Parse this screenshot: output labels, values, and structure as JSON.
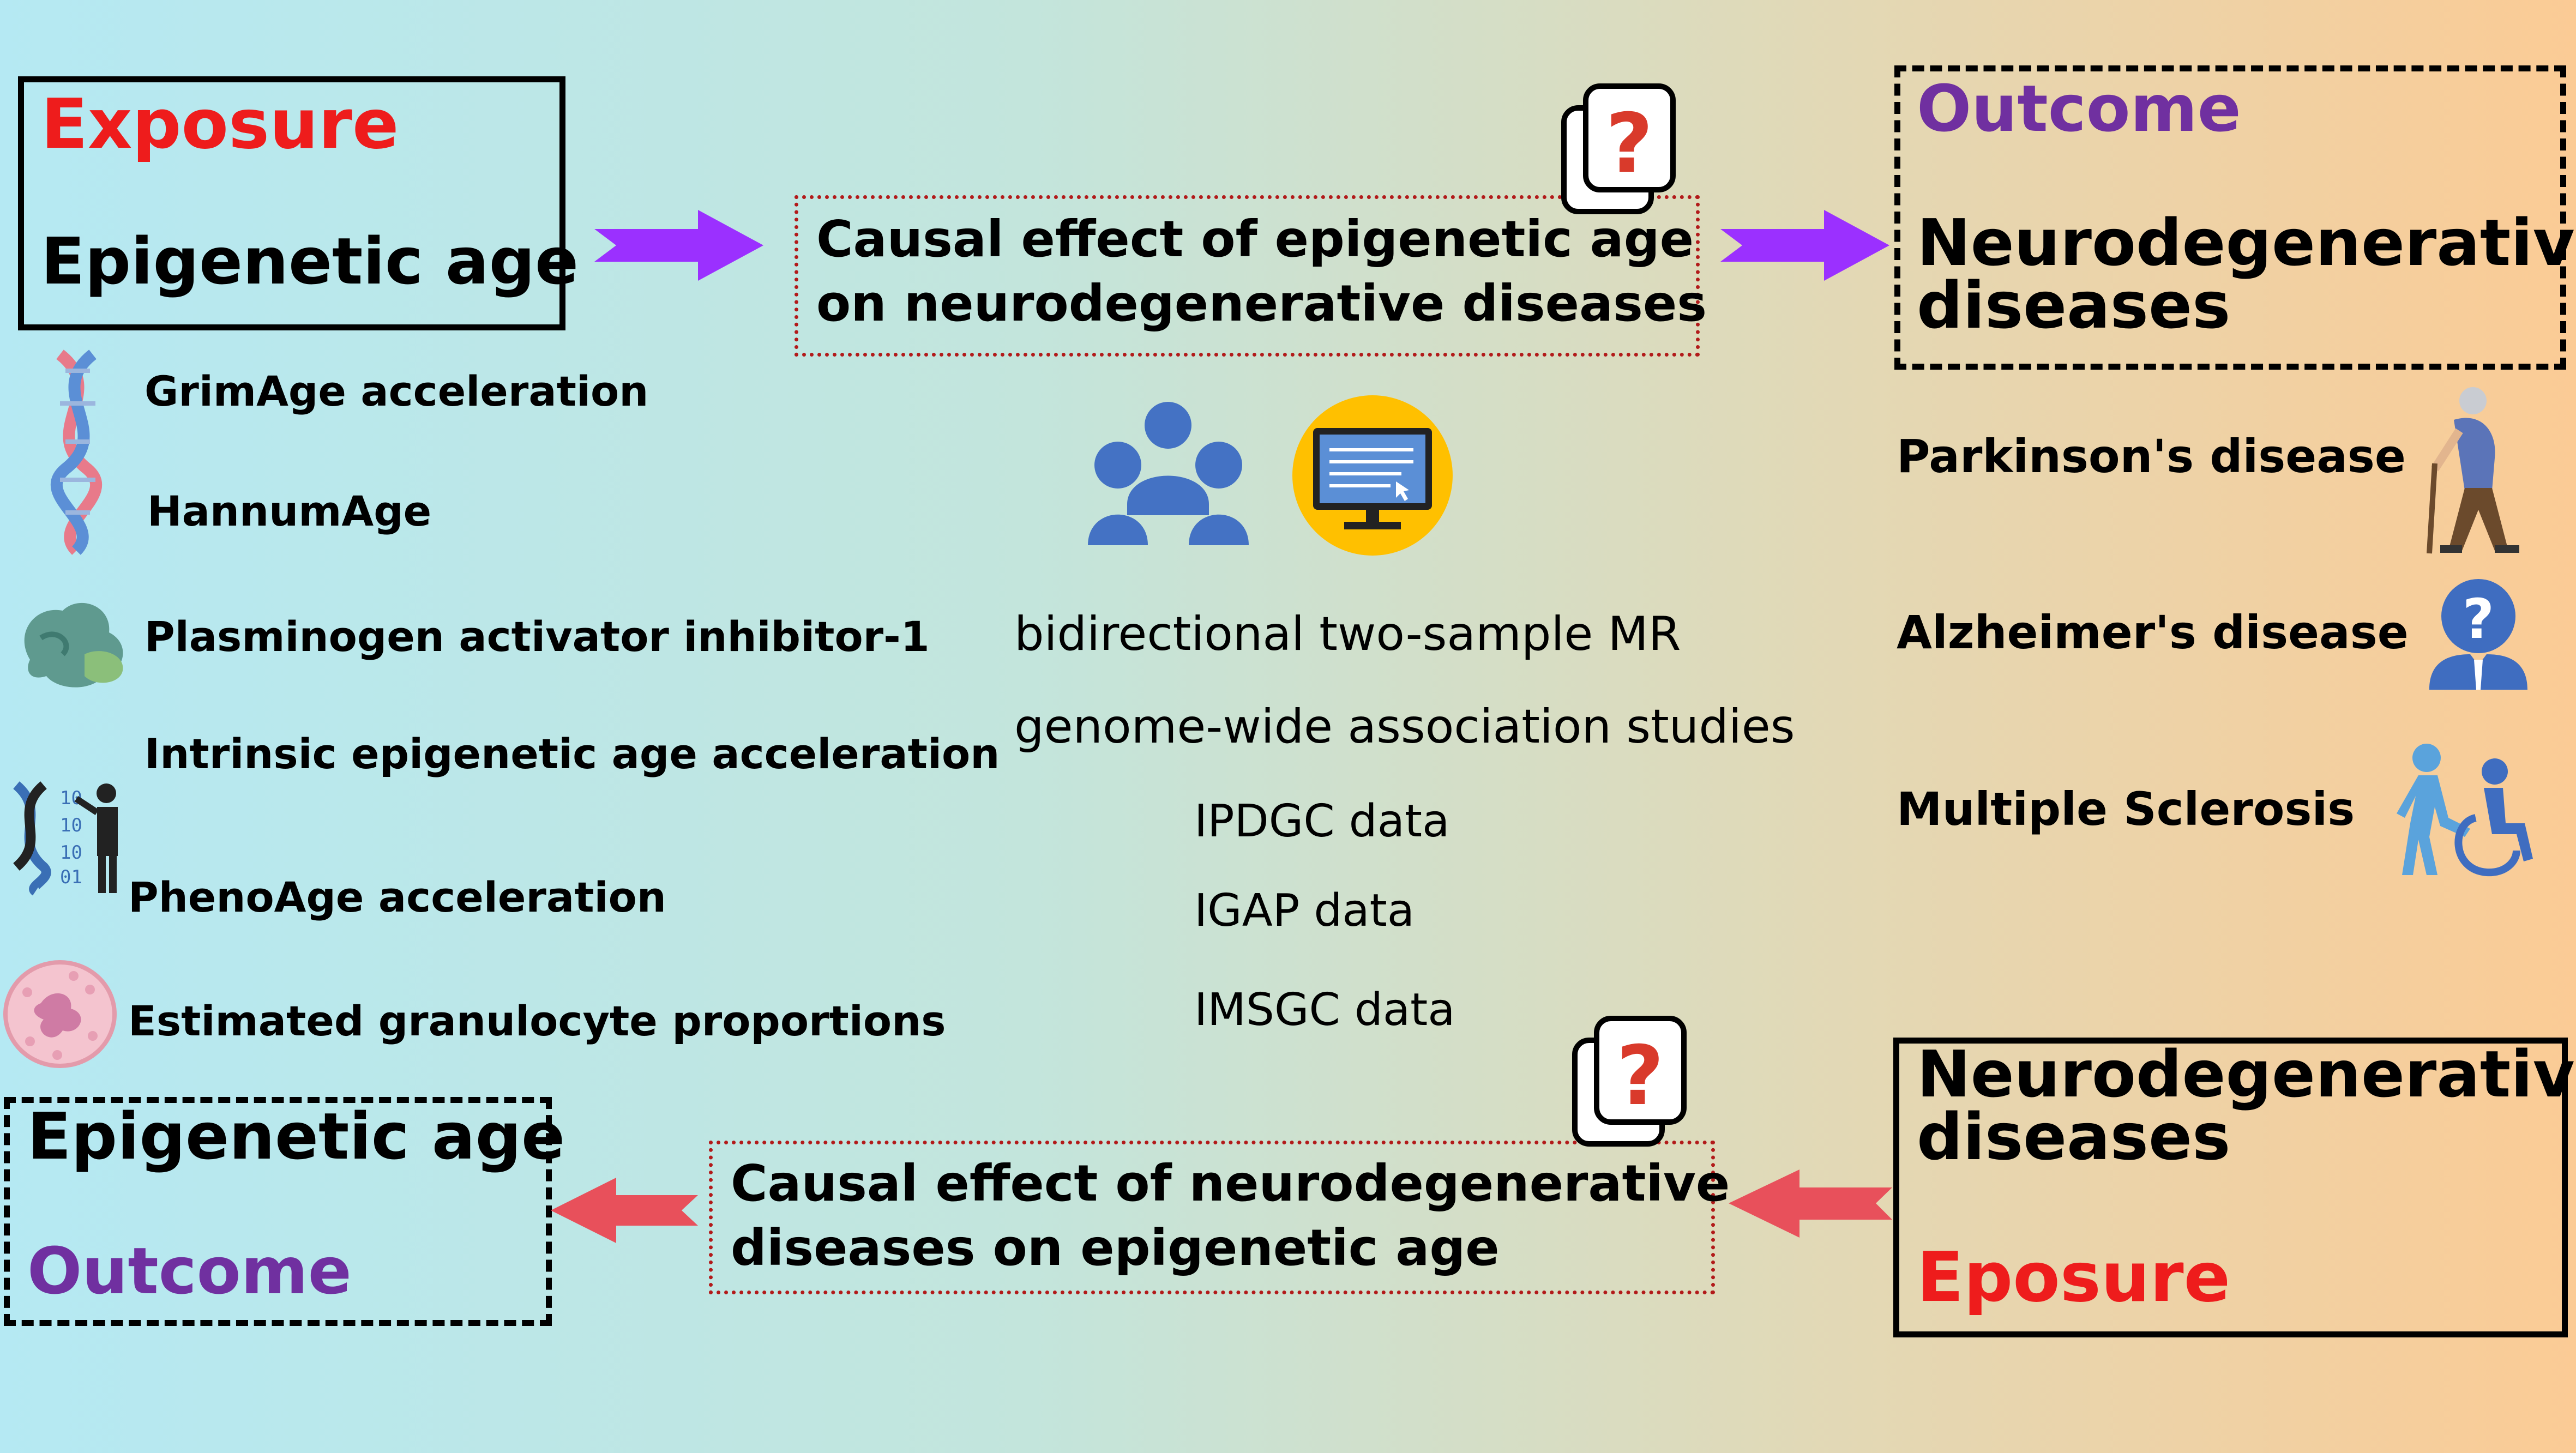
{
  "colors": {
    "bg_left": "#b5e9f3",
    "bg_right": "#fbcb95",
    "exposure_red": "#ee1c1c",
    "outcome_purple": "#7030a0",
    "forward_arrow": "#9b30ff",
    "reverse_arrow": "#e8505b",
    "dotted_border": "#b21a1a",
    "icon_blue": "#4472c4",
    "monitor_yellow": "#ffc000"
  },
  "top": {
    "exposure_box": {
      "label": "Exposure",
      "title": "Epigenetic age"
    },
    "cause_box": {
      "line1": "Causal effect of epigenetic age",
      "line2": "on neurodegenerative diseases",
      "icon": "question-cards-icon"
    },
    "outcome_box": {
      "label": "Outcome",
      "line1": "Neurodegenerative",
      "line2": "diseases"
    }
  },
  "epigenetic_measures": [
    {
      "label": "GrimAge acceleration",
      "icon": "dna-icon"
    },
    {
      "label": "HannumAge"
    },
    {
      "label": "Plasminogen activator inhibitor-1",
      "icon": "protein-icon"
    },
    {
      "label": "Intrinsic epigenetic age acceleration",
      "icon": "dna-presenter-icon"
    },
    {
      "label": "PhenoAge acceleration"
    },
    {
      "label": "Estimated granulocyte proportions",
      "icon": "granulocyte-cell-icon"
    }
  ],
  "methods": {
    "icons": [
      "people-group-icon",
      "monitor-icon"
    ],
    "lines": [
      "bidirectional two-sample MR",
      "genome-wide association studies"
    ],
    "datasets": [
      "IPDGC data",
      "IGAP data",
      "IMSGC data"
    ]
  },
  "diseases": [
    {
      "label": "Parkinson's disease",
      "icon": "elderly-cane-icon"
    },
    {
      "label": "Alzheimer's disease",
      "icon": "head-question-icon"
    },
    {
      "label": "Multiple Sclerosis",
      "icon": "wheelchair-assist-icon"
    }
  ],
  "bottom": {
    "outcome_box": {
      "title": "Epigenetic age",
      "label": "Outcome"
    },
    "cause_box": {
      "line1": "Causal effect of neurodegenerative",
      "line2": "diseases on epigenetic age",
      "icon": "question-cards-icon"
    },
    "exposure_box": {
      "line1": "Neurodegenerative",
      "line2": "diseases",
      "label": "Eposure"
    }
  }
}
